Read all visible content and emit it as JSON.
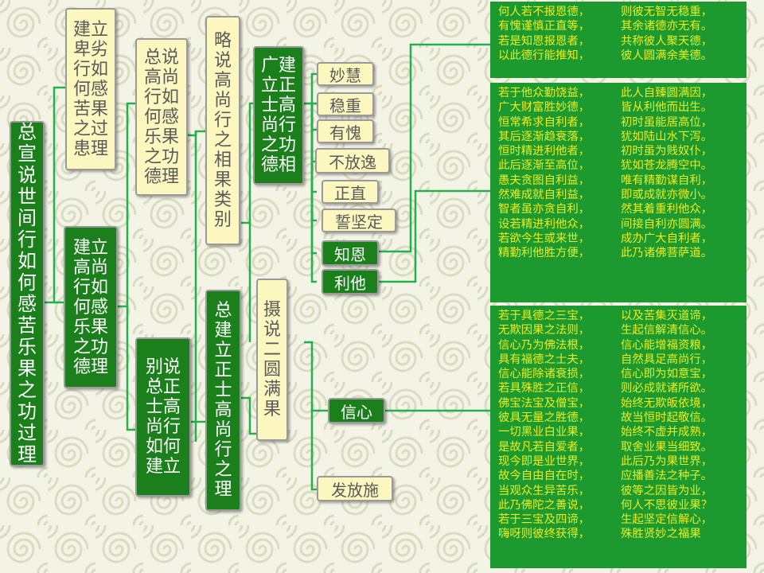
{
  "nodes": {
    "root": "总宣说世间行如何感苦乐果之功过理",
    "inferior": "建立卑劣行如何感苦果之过患理",
    "superior": "建立高尚行如何感乐果之功德理",
    "general": "总说高尚行如何感乐果之功德理",
    "brief": "略说高尚行之相果类别",
    "specific": "别说总正士高尚行如何建立",
    "establish": "总建立正士高尚行之理",
    "virtues": "广建立正士高尚行之功德相",
    "summary": "摄说二圆满果"
  },
  "virtues": [
    {
      "label": "妙慧",
      "style": "y"
    },
    {
      "label": "稳重",
      "style": "y"
    },
    {
      "label": "有愧",
      "style": "y"
    },
    {
      "label": "不放逸",
      "style": "y"
    },
    {
      "label": "正直",
      "style": "y"
    },
    {
      "label": "誓坚定",
      "style": "y"
    },
    {
      "label": "知恩",
      "style": "g"
    },
    {
      "label": "利他",
      "style": "g"
    }
  ],
  "faith_label": "信心",
  "giving_label": "发放施",
  "verses": {
    "gratitude": {
      "left": [
        "何人若不报恩德，",
        "有愧谨慎正直等，",
        "若是知恩报恩者，",
        "以此德行能推知，"
      ],
      "right": [
        "则彼无智无稳重，",
        "其余诸德亦无有。",
        "共称彼人聚天德，",
        "彼人圆满余美德。"
      ]
    },
    "altruism": {
      "left": [
        "若于他众勤饶益，",
        "广大财富胜妙德，",
        "恒常希求自利者，",
        "其后逐渐趋衰落，",
        "恒时精进利他者，",
        "此后逐渐至高位，",
        "愚夫贪图自利益，",
        "然难成就自利益，",
        "智者虽亦贪自利，",
        "设若精进利他众，",
        "若欲今生或来世，",
        "精勤利他胜方便，"
      ],
      "right": [
        "此人自臻圆满因，",
        "皆从利他而出生。",
        "初时虽能居高位，",
        "犹如陆山水下泻。",
        "初时虽为贱奴仆，",
        "犹如苍龙腾空中。",
        "唯有精勤谋自利，",
        "即或成就亦微小。",
        "然其着重利他众，",
        "间接自利亦圆满。",
        "成办广大自利者，",
        "此乃诸佛菩萨道。"
      ]
    },
    "faith": {
      "left": [
        "若于具德之三宝，",
        "无欺因果之法则，",
        "信心乃为佛法根，",
        "具有福德之士夫，",
        "信心能除诸衰损，",
        "若具殊胜之正信，",
        "佛宝法宝及僧宝，",
        "彼具无量之胜德，",
        "一切黑业白业果，",
        "是故凡若自爱者，",
        "现今即是业世界，",
        "故今自由自在时，",
        "当观众生异苦乐，",
        "此乃佛陀之善说，",
        "若于三宝及四谛，",
        "嗨呀则彼终获得，"
      ],
      "right": [
        "以及苦集灭道谛，",
        "生起信解清信心。",
        "信心能增福资粮，",
        "自然具足高尚行，",
        "信心即为如意宝，",
        "则必成就诸所欲。",
        "始终无欺皈依境，",
        "故当恒时起敬信。",
        "始终不虚并成熟，",
        "取舍业果当细致。",
        "此后乃为果世界，",
        "应播善法之种子。",
        "彼等之因皆为业，",
        "何人不思彼业果？",
        "生起坚定信解心，",
        "殊胜贤妙之福果"
      ]
    }
  }
}
